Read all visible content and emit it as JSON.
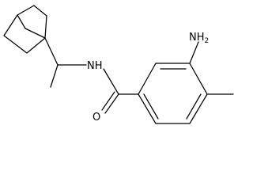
{
  "structure": {
    "atoms": {
      "amine": {
        "symbol": "NH",
        "subscript": "2"
      },
      "amide_nitrogen": {
        "symbol": "NH"
      },
      "carbonyl_oxygen": {
        "symbol": "O"
      }
    }
  },
  "colors": {
    "bond": "#000000",
    "label": "#000000",
    "background": "#ffffff"
  }
}
